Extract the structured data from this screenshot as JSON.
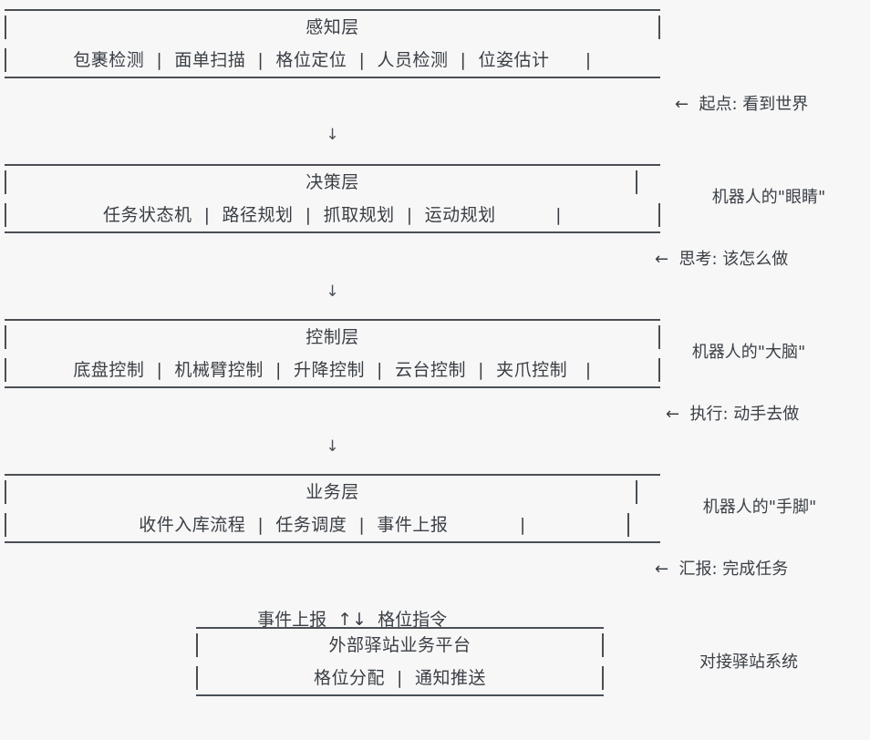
{
  "page": {
    "background_color": "#f7f7f7",
    "text_color": "#3a3f45",
    "border_color": "#4a4f55"
  },
  "layers": [
    {
      "title": "感知层",
      "items_line": "包裹检测  |  面单扫描  |  格位定位  |  人员检测  |  位姿估计      |",
      "items": [
        "包裹检测",
        "面单扫描",
        "格位定位",
        "人员检测",
        "位姿估计"
      ],
      "annotation_line1": "←  起点: 看到世界",
      "annotation_line2": "机器人的\"眼睛\""
    },
    {
      "title": "决策层",
      "items_line": "任务状态机  |  路径规划  |  抓取规划  |  运动规划          |",
      "items": [
        "任务状态机",
        "路径规划",
        "抓取规划",
        "运动规划"
      ],
      "annotation_line1": "←  思考: 该怎么做",
      "annotation_line2": "机器人的\"大脑\""
    },
    {
      "title": "控制层",
      "items_line": "底盘控制  |  机械臂控制  |  升降控制  |  云台控制  |  夹爪控制   |",
      "items": [
        "底盘控制",
        "机械臂控制",
        "升降控制",
        "云台控制",
        "夹爪控制"
      ],
      "annotation_line1": "←  执行: 动手去做",
      "annotation_line2": "机器人的\"手脚\""
    },
    {
      "title": "业务层",
      "items_line": "收件入库流程  |  任务调度  |  事件上报            |",
      "items": [
        "收件入库流程",
        "任务调度",
        "事件上报"
      ],
      "annotation_line1": "←  汇报: 完成任务",
      "annotation_line2": "对接驿站系统"
    }
  ],
  "connector_arrow": "↓",
  "link_caption": "事件上报  ↑↓  格位指令",
  "external_platform": {
    "title": "外部驿站业务平台",
    "items_line": "格位分配  |  通知推送",
    "items": [
      "格位分配",
      "通知推送"
    ]
  }
}
